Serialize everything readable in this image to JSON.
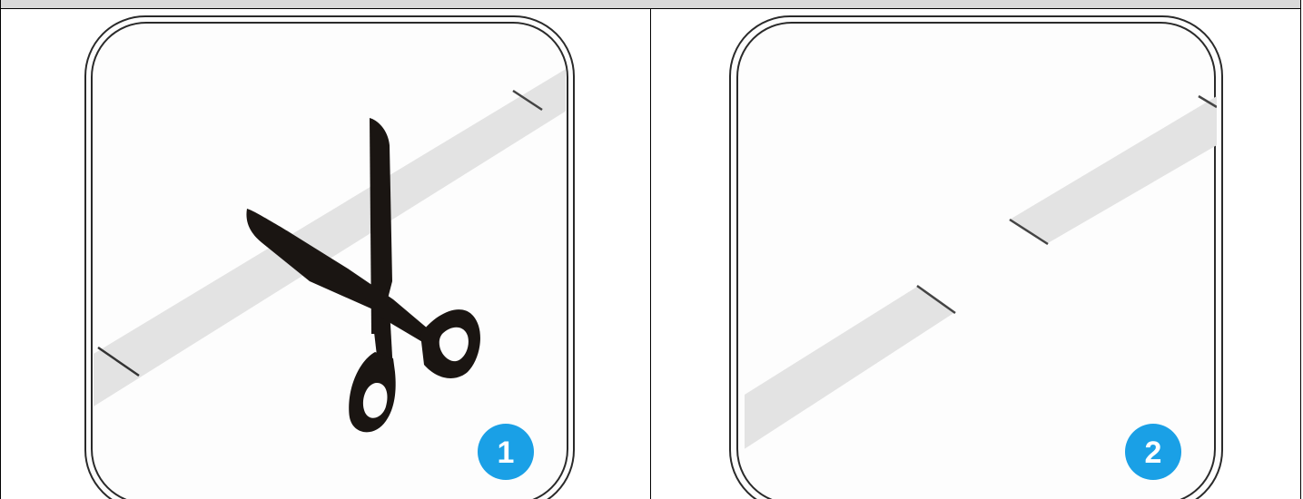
{
  "colors": {
    "badge": "#1aa0e6",
    "tape": "#e3e3e3",
    "header_band": "#d9d9d9",
    "outline": "#000000",
    "scissors": "#1a1512"
  },
  "steps": [
    {
      "number": "1",
      "illustration": "scissors-cutting-tape",
      "icons": [
        "scissors-icon",
        "tape-strip"
      ]
    },
    {
      "number": "2",
      "illustration": "tape-cut-in-two",
      "icons": [
        "tape-strip"
      ]
    }
  ]
}
